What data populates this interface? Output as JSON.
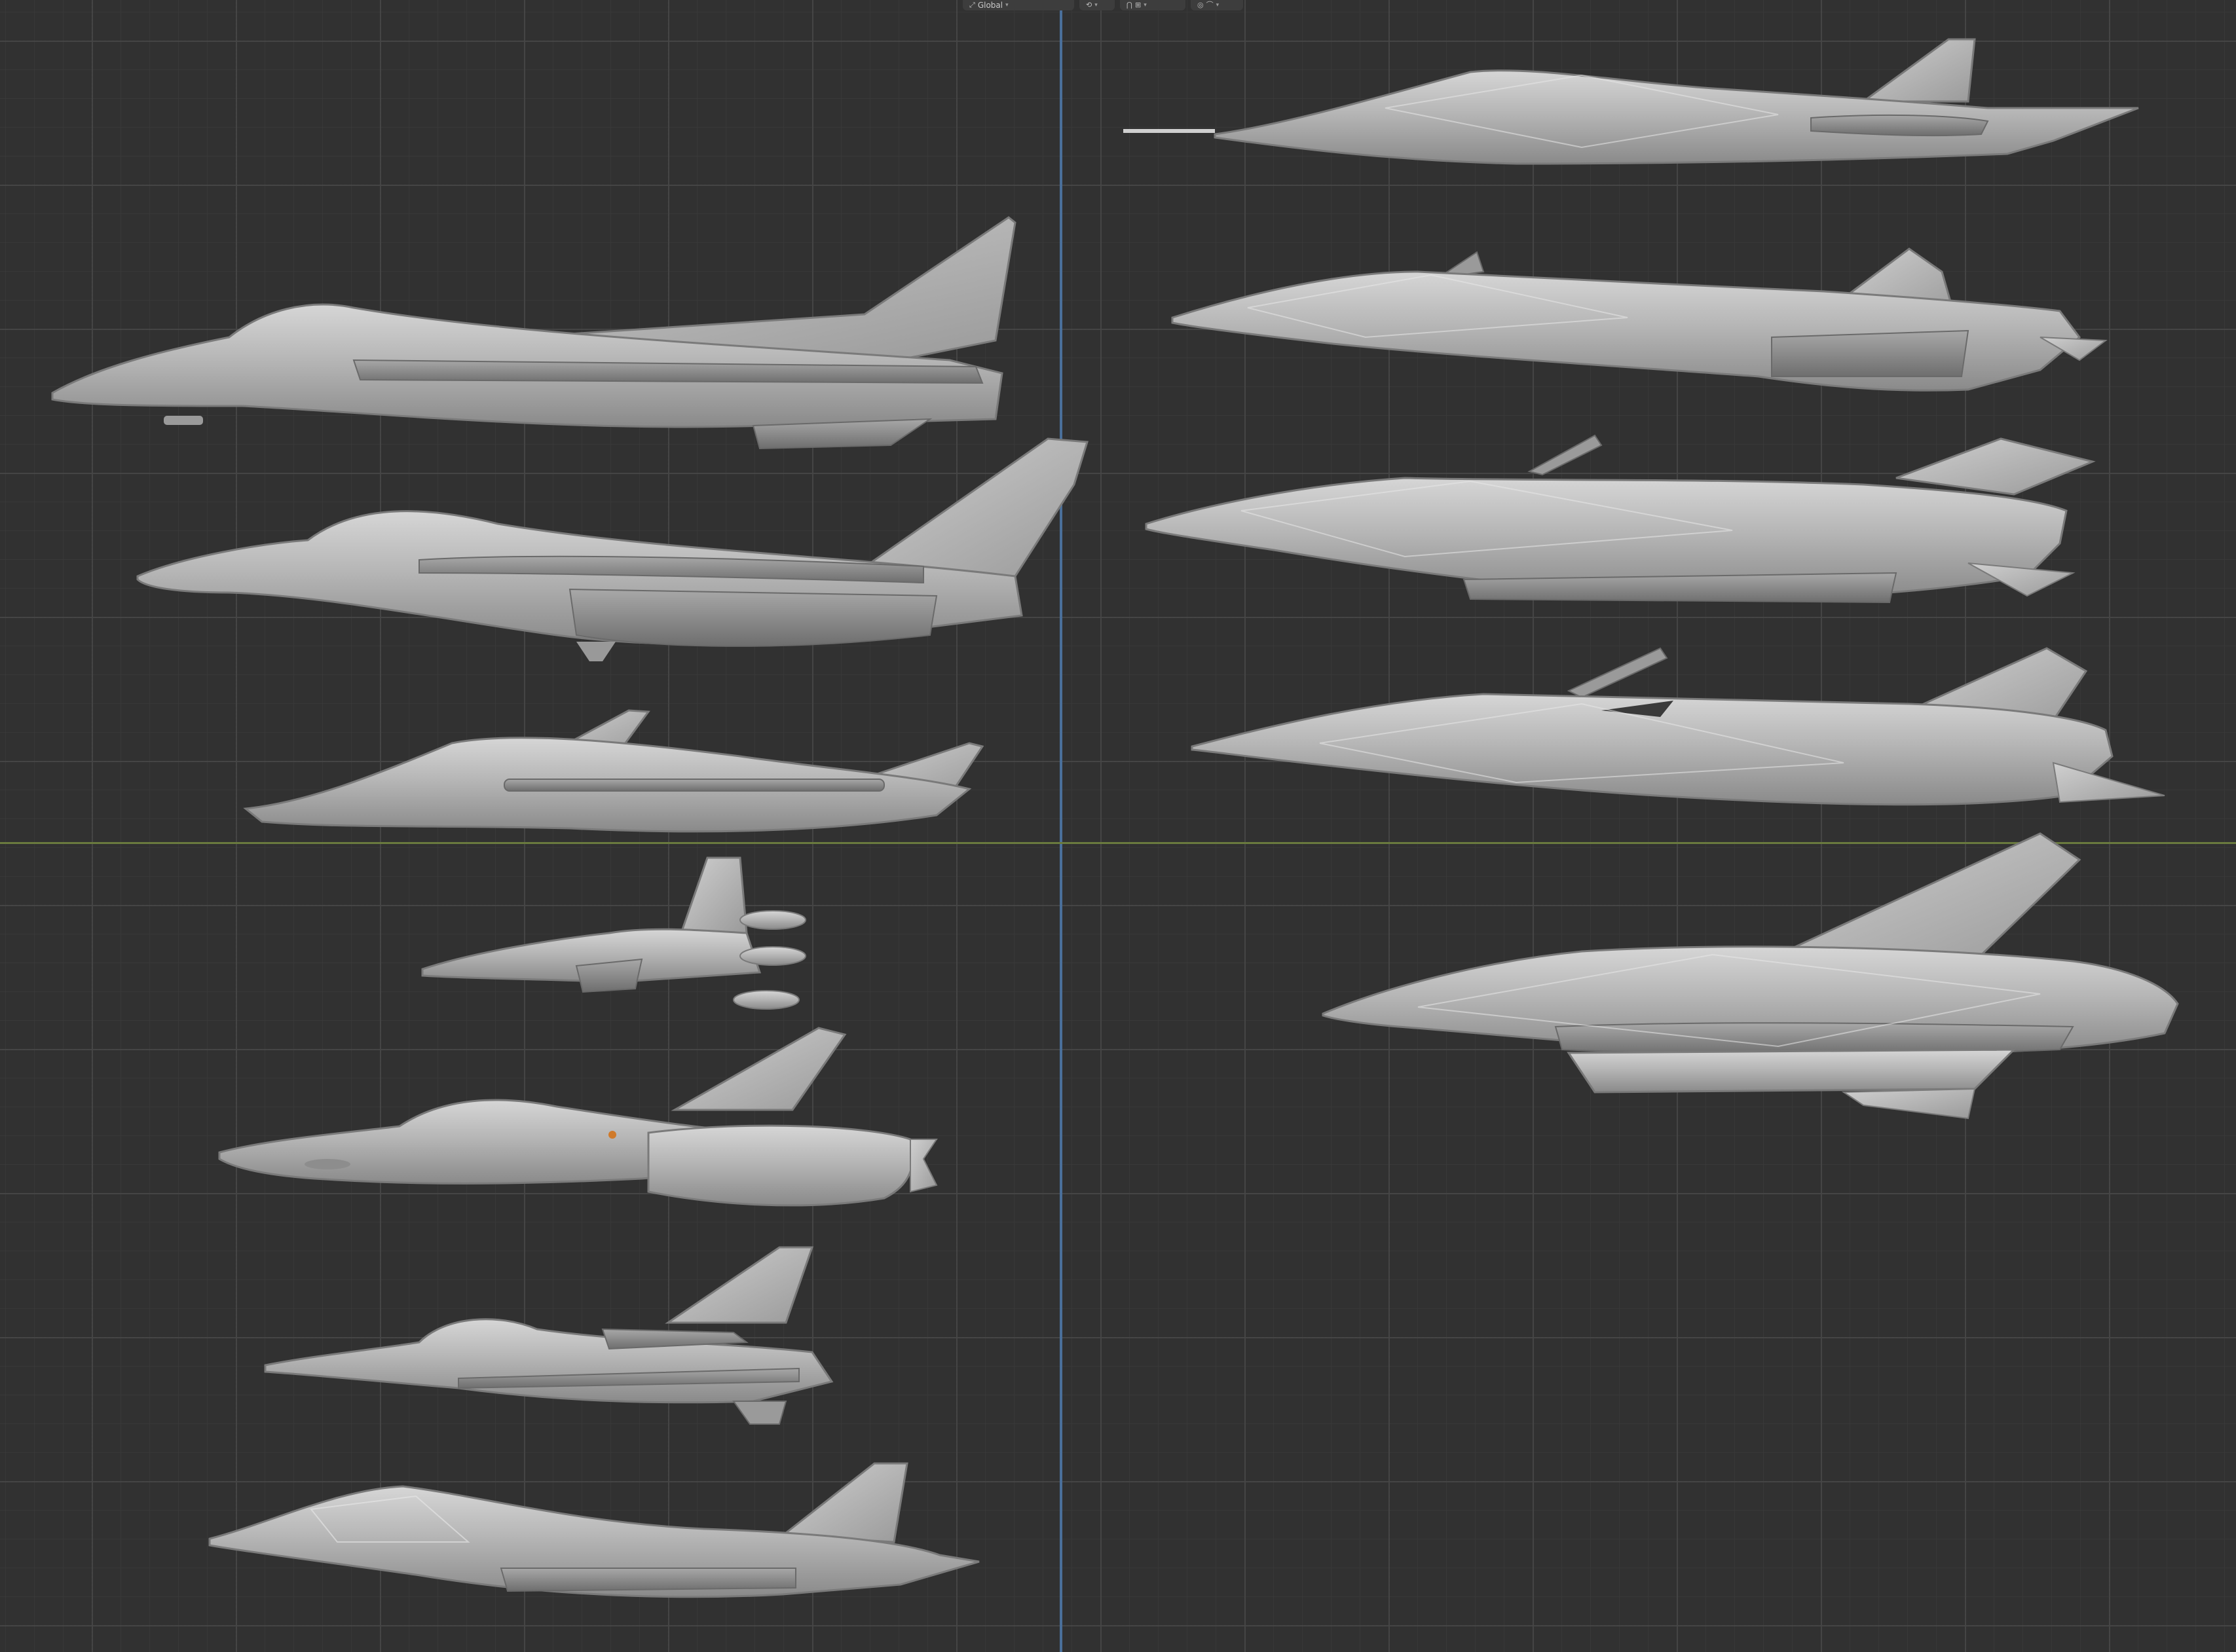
{
  "header": {
    "transform_orientation_label": "Global",
    "transform_orientation_icon": "orientation-axes-icon",
    "pivot_icon": "pivot-point-icon",
    "snap_icon": "snap-magnet-icon",
    "proportional_edit_icon": "proportional-edit-icon"
  },
  "viewport": {
    "background_color": "#313131",
    "grid_color": "#464646",
    "axis_y_color": "#4a6f9a",
    "axis_x_color": "#6a7a3e",
    "model_color": "#b4b4b4"
  },
  "models": [
    "jet-model-1",
    "jet-model-2",
    "jet-model-3",
    "jet-model-4",
    "jet-model-5",
    "jet-model-6",
    "jet-model-7",
    "jet-model-8",
    "jet-model-9",
    "jet-model-10",
    "jet-model-11",
    "jet-model-12"
  ]
}
